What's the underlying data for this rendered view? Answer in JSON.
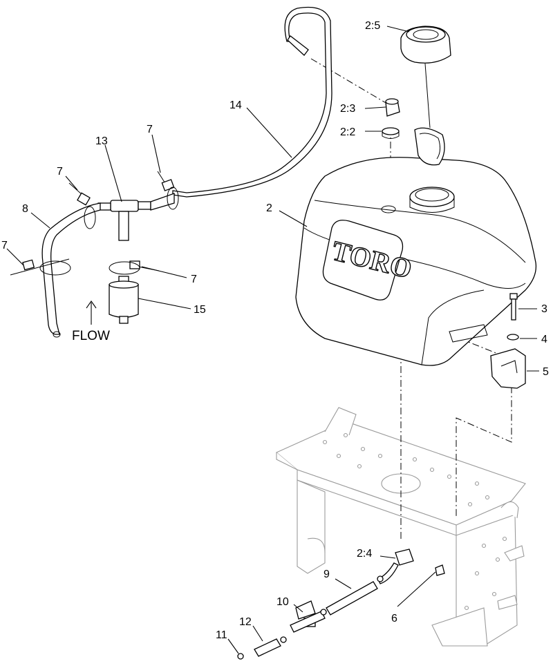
{
  "callouts": {
    "c_2_5": "2:5",
    "c_2_3": "2:3",
    "c_2_2": "2:2",
    "c_14": "14",
    "c_13": "13",
    "c_7_a": "7",
    "c_7_b": "7",
    "c_7_c": "7",
    "c_7_d": "7",
    "c_8": "8",
    "c_2": "2",
    "c_15": "15",
    "c_3": "3",
    "c_4": "4",
    "c_5": "5",
    "c_2_4": "2:4",
    "c_9": "9",
    "c_10": "10",
    "c_6": "6",
    "c_12": "12",
    "c_11": "11"
  },
  "flow_label": "FLOW",
  "logo_text": "TORO"
}
